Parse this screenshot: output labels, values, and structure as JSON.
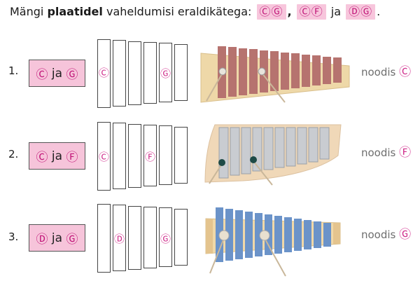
{
  "instruction": {
    "text_before": "Mängi ",
    "bold": "plaatidel",
    "text_after": " vaheldumisi eraldikätega:",
    "pairs": [
      "ⒸⒼ",
      "ⒸⒻ",
      "ⒹⒼ"
    ],
    "sep1": ",",
    "sep2": "ja",
    "end": "."
  },
  "rows": [
    {
      "number": "1.",
      "box_note1": "Ⓒ",
      "box_join": "ja",
      "box_note2": "Ⓖ",
      "bar_notes": [
        "Ⓒ",
        "",
        "",
        "",
        "Ⓖ",
        ""
      ],
      "noodis_label": "noodis",
      "noodis_note": "Ⓒ",
      "instrument_color": "#b6736f"
    },
    {
      "number": "2.",
      "box_note1": "Ⓒ",
      "box_join": "ja",
      "box_note2": "Ⓕ",
      "bar_notes": [
        "Ⓒ",
        "",
        "",
        "Ⓕ",
        "",
        ""
      ],
      "noodis_label": "noodis",
      "noodis_note": "Ⓕ",
      "instrument_color": "#c9ccd1"
    },
    {
      "number": "3.",
      "box_note1": "Ⓓ",
      "box_join": "ja",
      "box_note2": "Ⓖ",
      "bar_notes": [
        "",
        "Ⓓ",
        "",
        "",
        "Ⓖ",
        ""
      ],
      "noodis_label": "noodis",
      "noodis_note": "Ⓖ",
      "instrument_color": "#6b93c9"
    }
  ]
}
